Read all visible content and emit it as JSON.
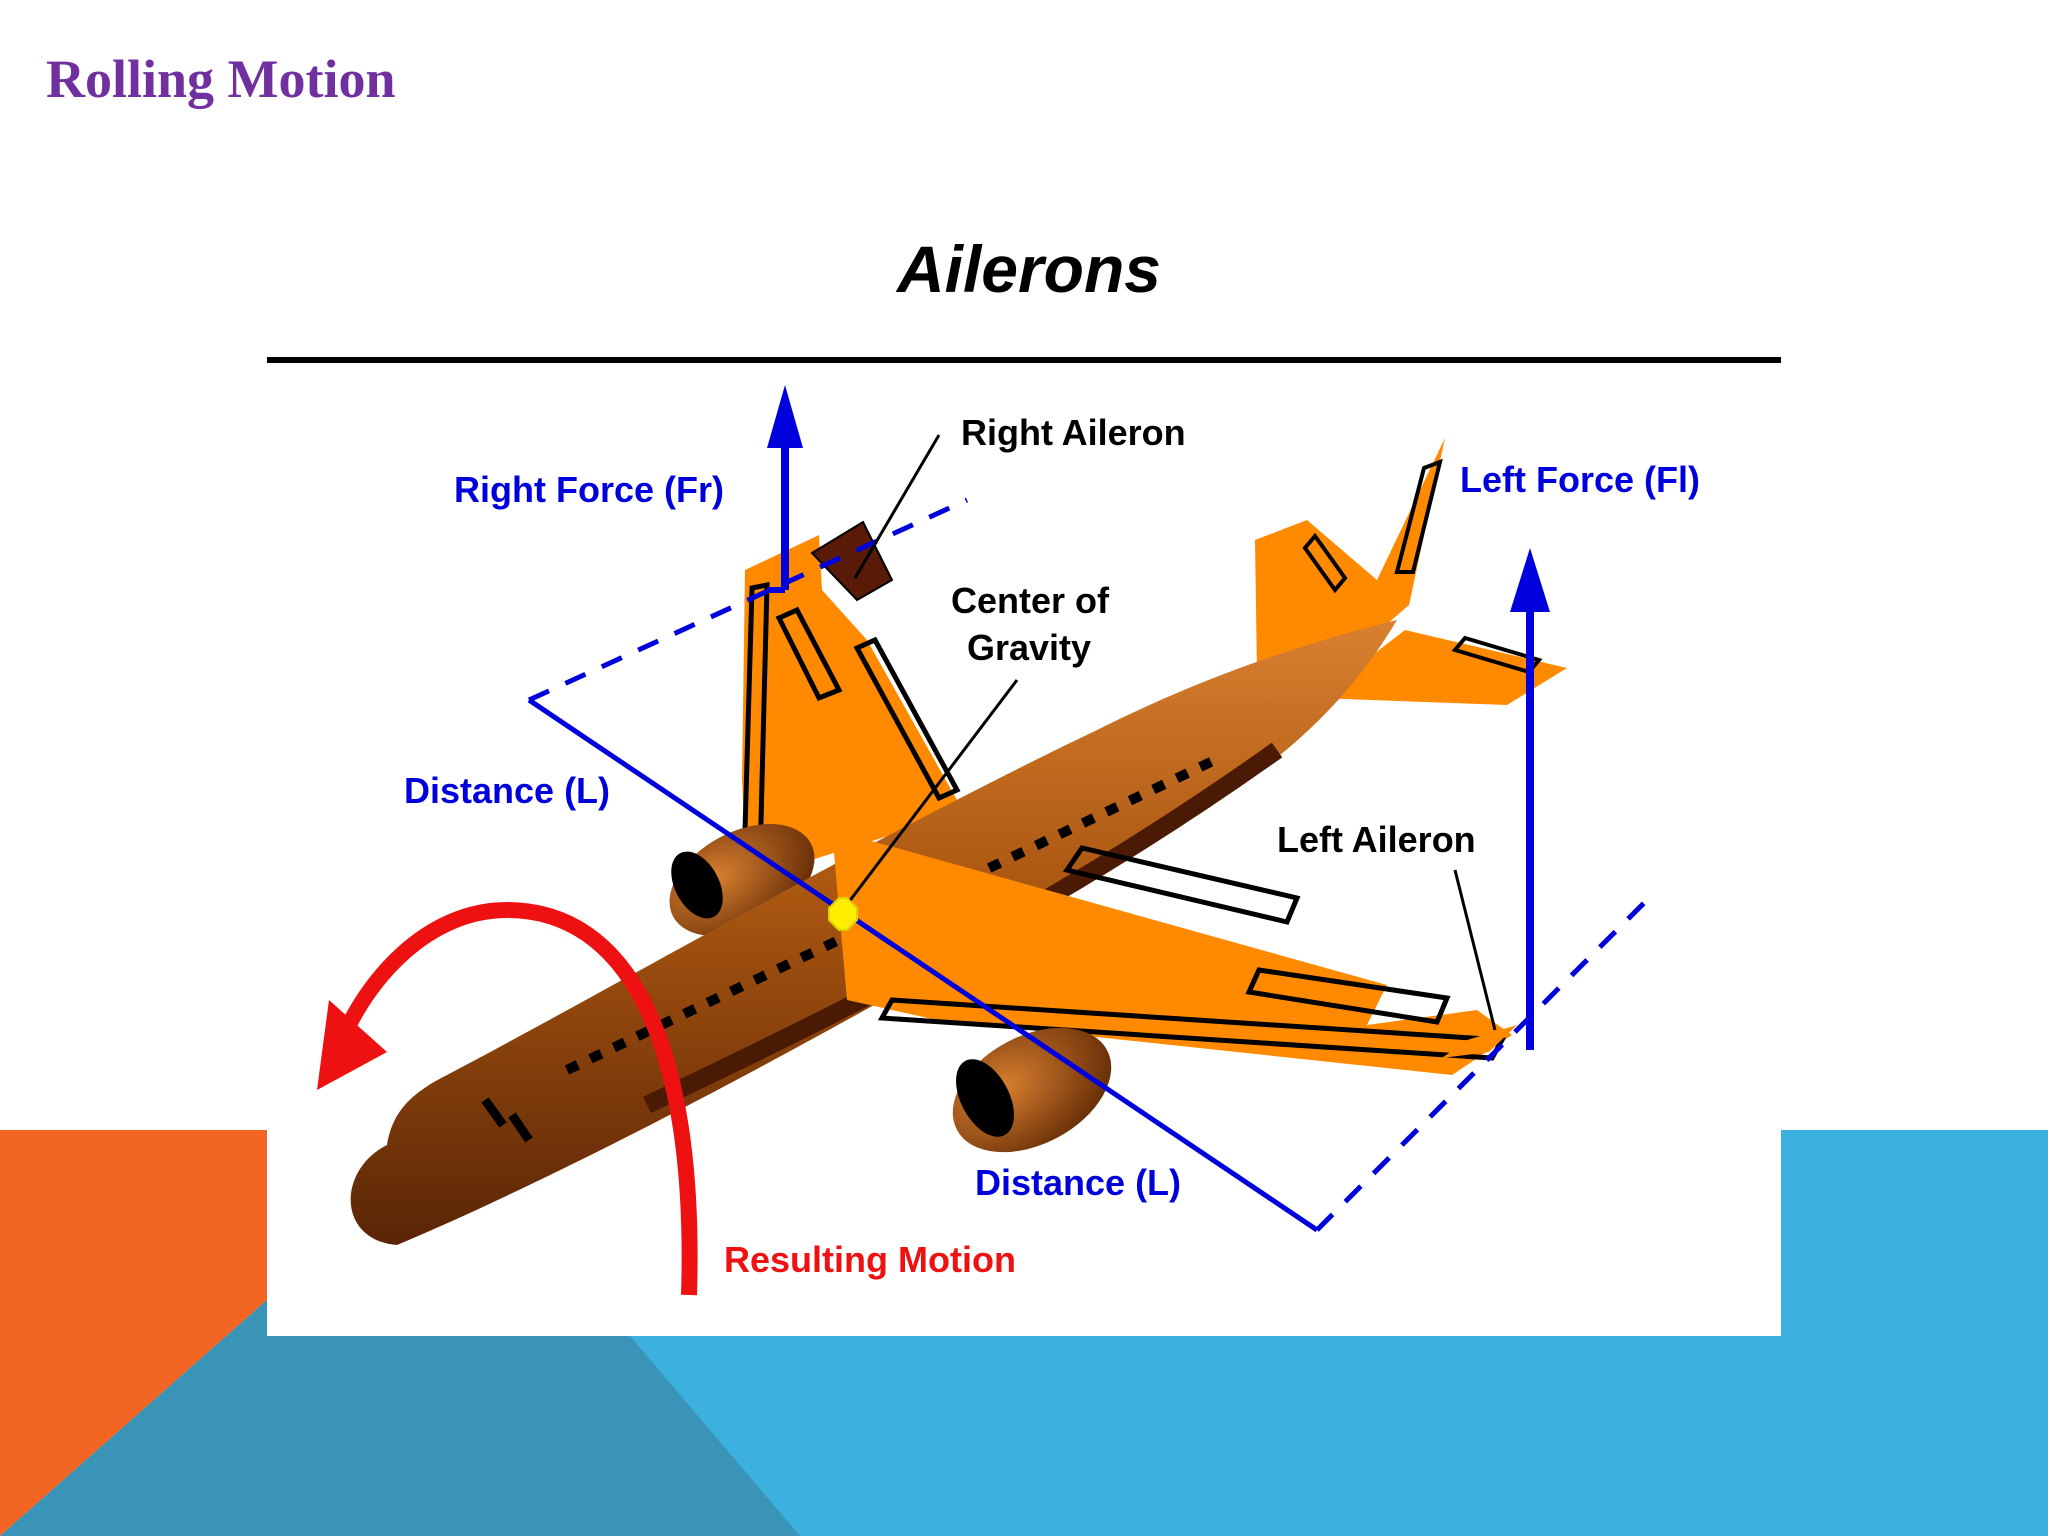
{
  "slide": {
    "title": "Rolling Motion"
  },
  "diagram": {
    "heading": "Ailerons",
    "labels": {
      "right_force": "Right  Force  (Fr)",
      "left_force": "Left  Force (Fl)",
      "right_aileron": "Right  Aileron",
      "left_aileron": "Left  Aileron",
      "center_of_gravity_line1": "Center  of",
      "center_of_gravity_line2": "Gravity",
      "distance_left": "Distance (L)",
      "distance_right": "Distance (L)",
      "resulting_motion": "Resulting  Motion"
    }
  },
  "colors": {
    "title_purple": "#7030a0",
    "force_blue": "#0000dd",
    "motion_red": "#ee1111",
    "wing_orange": "#ff8a00",
    "fuselage_brown": "#b35a12",
    "cg_yellow": "#ffee00",
    "accent_orange": "#f26522",
    "accent_blue": "#3cb0de",
    "accent_dark_blue": "#3a94b8"
  }
}
